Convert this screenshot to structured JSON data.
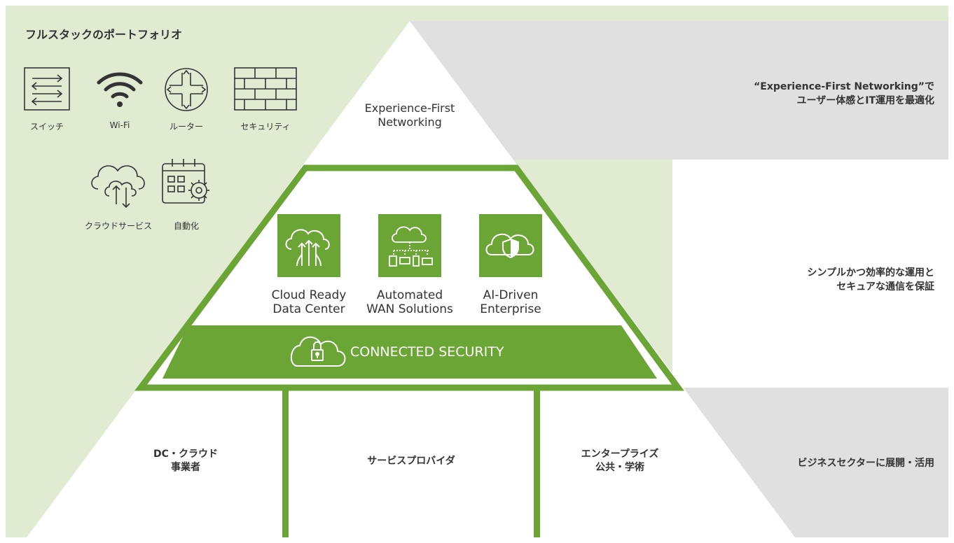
{
  "portfolio": {
    "title": "フルスタックのポートフォリオ",
    "items": [
      {
        "label": "スイッチ",
        "icon": "switch-icon"
      },
      {
        "label": "Wi-Fi",
        "icon": "wifi-icon"
      },
      {
        "label": "ルーター",
        "icon": "router-icon"
      },
      {
        "label": "セキュリティ",
        "icon": "firewall-icon"
      },
      {
        "label": "クラウドサービス",
        "icon": "cloud-services-icon"
      },
      {
        "label": "自動化",
        "icon": "automation-icon"
      }
    ]
  },
  "pyramid": {
    "top": "Experience-First Networking",
    "solutions": [
      {
        "line1": "Cloud Ready",
        "line2": "Data Center",
        "icon": "cloud-datacenter-icon"
      },
      {
        "line1": "Automated",
        "line2": "WAN Solutions",
        "icon": "cloud-wan-icon"
      },
      {
        "line1": "AI-Driven",
        "line2": "Enterprise",
        "icon": "cloud-shield-icon"
      }
    ],
    "security_banner": "CONNECTED SECURITY",
    "sectors": [
      {
        "line1": "DC・クラウド",
        "line2": "事業者"
      },
      {
        "line1": "サービスプロバイダ",
        "line2": ""
      },
      {
        "line1": "エンタープライズ",
        "line2": "公共・学術"
      }
    ]
  },
  "right": {
    "top_line1": "“Experience-First Networking”で",
    "top_line2": "ユーザー体感とIT運用を最適化",
    "mid_line1": "シンプルかつ効率的な運用と",
    "mid_line2": "セキュアな通信を保証",
    "bottom": "ビジネスセクターに展開・活用"
  },
  "colors": {
    "accent_green": "#6aa535",
    "light_green": "#e0ebd2",
    "gray": "#e0e0e0",
    "text": "#333333"
  }
}
